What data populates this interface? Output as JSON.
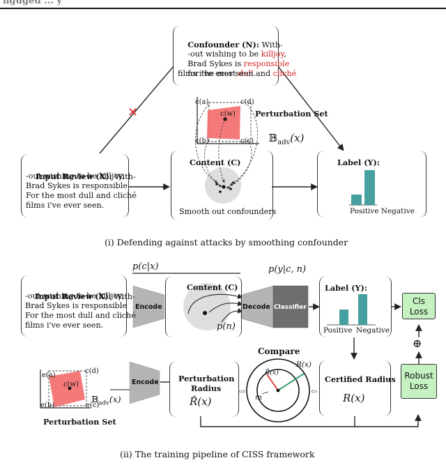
{
  "header": {
    "title_fragment": "ngugeu ... y"
  },
  "panel1": {
    "confounder": {
      "label": "Confounder (N):",
      "line1_rest": " With-",
      "line2_pre": "-out wishing to be ",
      "line2_red": "killjoy",
      "line2_post": ",",
      "line3_pre": "Brad Sykes is ",
      "line3_red": "responsible",
      "line4_pre": "for the most ",
      "line4_red1": "dull",
      "line4_mid": " and ",
      "line4_red2": "cliché",
      "line5": "films i've ever seen."
    },
    "input_review": {
      "label": "Input Review (X):",
      "line1_rest": " With-",
      "line2": "-out wishing to be killjoy,",
      "line3": "Brad Sykes is responsible",
      "line4": "For the most dull and cliché",
      "line5": "films i've ever seen."
    },
    "content": {
      "label": "Content (C)",
      "caption": "Smooth out confounders"
    },
    "label_box": {
      "label": "Label (Y):",
      "xticks": "Positive Negative"
    },
    "perturbation": {
      "title": "Perturbation Set",
      "symbol": "𝔹",
      "symbol_sub": "adv",
      "symbol_arg": "(x)",
      "corners": [
        "c(a)",
        "c(d)",
        "c(b)",
        "c(c)"
      ],
      "center": "c(w)"
    },
    "caption": "(i) Defending against attacks by smoothing confounder",
    "bar_values": [
      0.3,
      1.0
    ]
  },
  "panel2": {
    "input_review": {
      "label": "Input Review (X):",
      "line1_rest": " With-",
      "line2": "-out wishing to be killjoy,",
      "line3": "Brad Sykes is responsible",
      "line4": "For the most dull and cliché",
      "line5": "films i've ever seen."
    },
    "pcx": "p(c|x)",
    "pycn": "p(y|c, n)",
    "pn": "p(n)",
    "encode": "Encode",
    "decode": "Decode",
    "classifier": "Classifier",
    "content": "Content (C)",
    "label_box": {
      "label": "Label (Y):",
      "pos": "Positive",
      "neg": "Negative"
    },
    "cls_loss": [
      "Cls",
      "Loss"
    ],
    "robust_loss": [
      "Robust",
      "Loss"
    ],
    "plus": "⊕",
    "compare": "Compare",
    "perturbation_radius": {
      "line1": "Perturbation",
      "line2": "Radius",
      "symbol": "R̂(x)"
    },
    "certified_radius": {
      "label": "Certified Radius",
      "symbol": "R(x)"
    },
    "circle_labels": {
      "inner": "R̂(x)",
      "outer": "R(x)",
      "m": "m"
    },
    "perturbation_set": {
      "label": "Perturbation Set",
      "corners": [
        "e(a)",
        "c(d)",
        "e(b)",
        "e(c)"
      ],
      "center": "c(w)",
      "symbol": "𝔹",
      "symbol_sub": "adv",
      "symbol_arg": "(x)",
      "encode": "Encode"
    },
    "bar_values": [
      0.5,
      1.0
    ],
    "caption": "(ii) The training pipeline of CISS framework"
  }
}
